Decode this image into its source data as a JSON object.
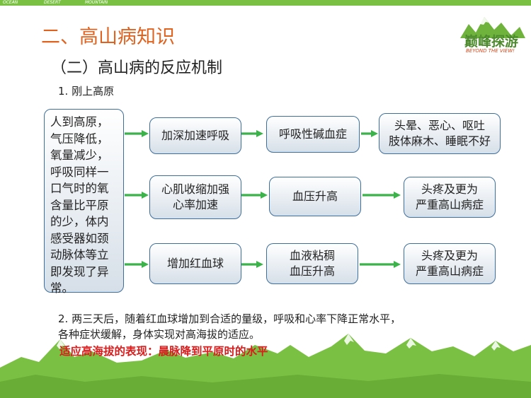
{
  "topbar": {
    "labels": [
      "OCEAN",
      "DESERT",
      "MOUNTAIN"
    ]
  },
  "logo": {
    "name": "巅峰探游",
    "tagline": "BEYOND THE VIEW!"
  },
  "title": "二、高山病知识",
  "subtitle": "（二）高山病的反应机制",
  "step1": "1. 刚上高原",
  "cause_box": "人到高原，\n气压降低，\n氧量减少，\n呼吸同样一\n口气时的氧\n含量比平原\n的少，体内\n感受器如颈\n动脉体等立\n即发现了异\n常。",
  "rows": [
    {
      "response": "加深加速呼吸",
      "effect": "呼吸性碱血症",
      "symptom": "头晕、恶心、呕吐\n肢体麻木、睡眠不好"
    },
    {
      "response": "心肌收缩加强\n心率加速",
      "effect": "血压升高",
      "symptom": "头疼及更为\n严重高山病症"
    },
    {
      "response": "增加红血球",
      "effect": "血液粘稠\n血压升高",
      "symptom": "头疼及更为\n严重高山病症"
    }
  ],
  "step2": {
    "line1": "2. 两三天后，随着红血球增加到合适的量级，呼吸和心率下降正常水平，",
    "line2": "各种症状缓解，身体实现对高海拔的适应。"
  },
  "adaptation": "适应高海拔的表现：晨脉降到平原时的水平",
  "colors": {
    "accent": "#7ac143",
    "title": "#e0621f",
    "highlight": "#d91c1c",
    "box_border": "#3d6f9c"
  }
}
